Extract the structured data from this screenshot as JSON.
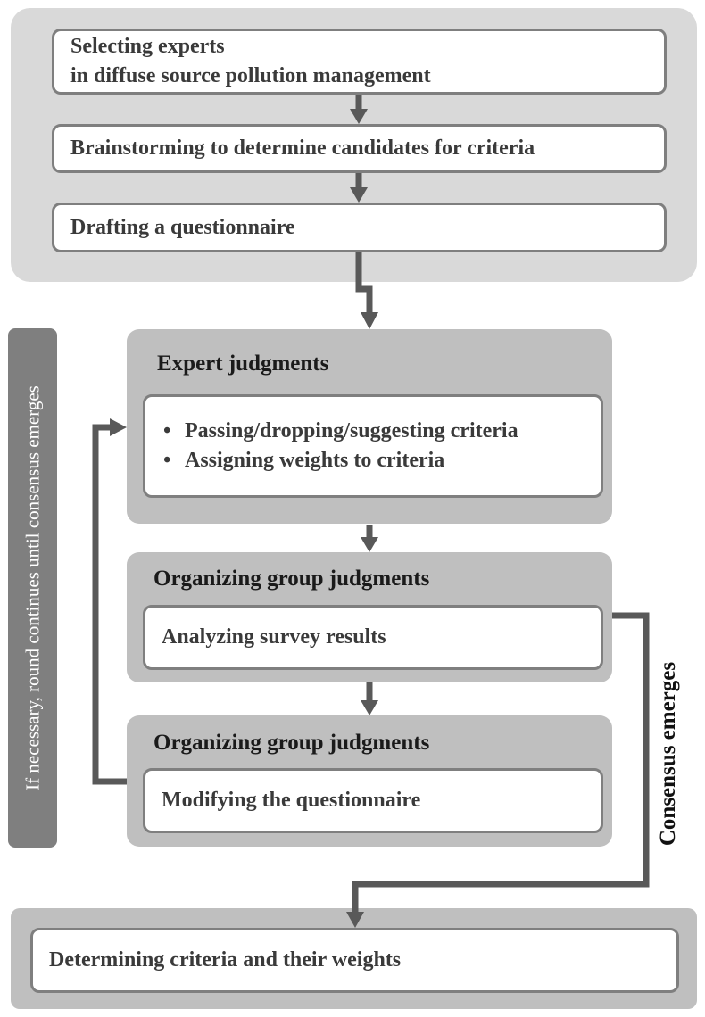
{
  "stage1": {
    "step1_line1": "Selecting experts",
    "step1_line2": "in diffuse source pollution management",
    "step2": "Brainstorming to determine candidates for criteria",
    "step3": "Drafting a questionnaire"
  },
  "expert_judgments": {
    "title": "Expert judgments",
    "bullets": [
      "Passing/dropping/suggesting criteria",
      "Assigning weights to criteria"
    ]
  },
  "organizing_1": {
    "title": "Organizing group judgments",
    "item": "Analyzing survey results"
  },
  "organizing_2": {
    "title": "Organizing group judgments",
    "item": "Modifying the questionnaire"
  },
  "loop_label": "If necessary, round continues  until consensus emerges",
  "consensus_label": "Consensus emerges",
  "final": {
    "item": "Determining criteria and their weights"
  },
  "colors": {
    "panel_light": "#d9d9d9",
    "panel_mid": "#bfbfbf",
    "box_border": "#7f7f7f",
    "arrow": "#595959"
  }
}
